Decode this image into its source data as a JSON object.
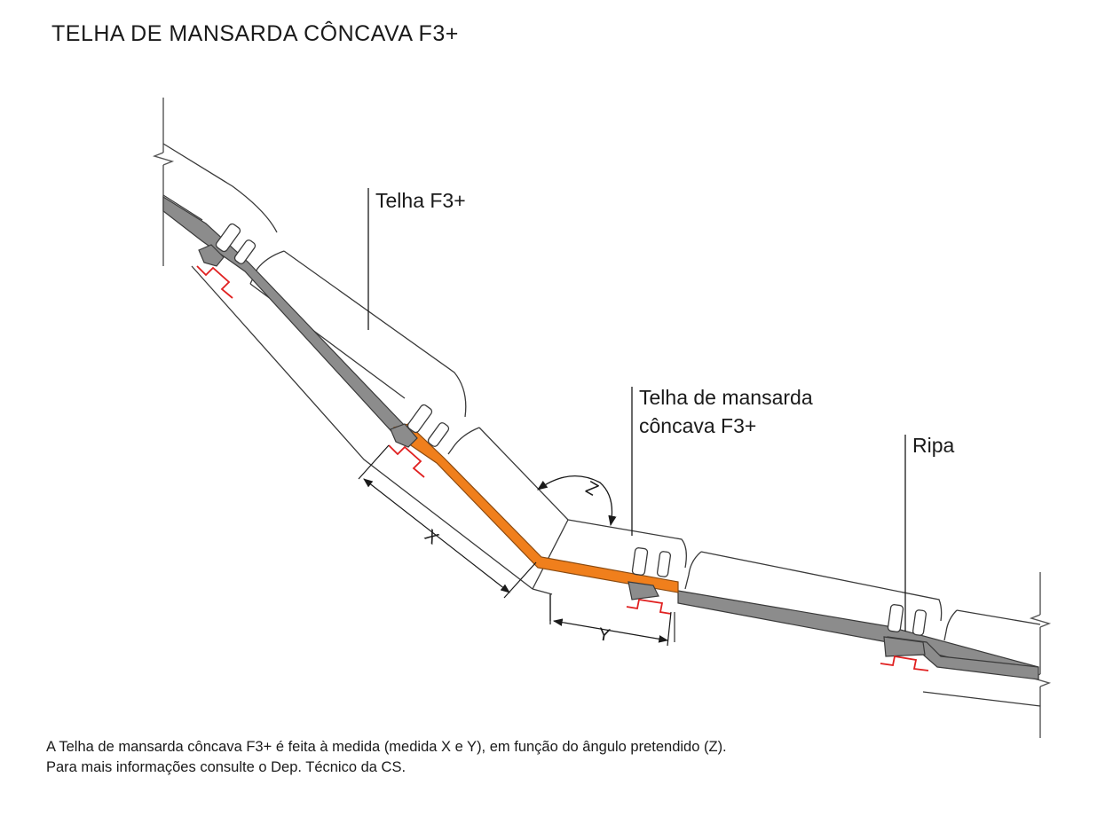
{
  "title": "TELHA DE MANSARDA CÔNCAVA F3+",
  "labels": {
    "telha": "Telha F3+",
    "mansarda_line1": "Telha de mansarda",
    "mansarda_line2": "côncava F3+",
    "ripa": "Ripa"
  },
  "dimensions": {
    "x": "X",
    "y": "Y",
    "z": "Z"
  },
  "notes": [
    "A Telha de mansarda côncava F3+ é feita à medida (medida X e Y), em função do ângulo pretendido (Z).",
    "Para mais informações consulte o Dep. Técnico da CS."
  ],
  "colors": {
    "accent": "#f07f1c",
    "ripa": "#e02020",
    "tile_fill": "#8c8c8c",
    "outline": "#3a3a3a"
  }
}
